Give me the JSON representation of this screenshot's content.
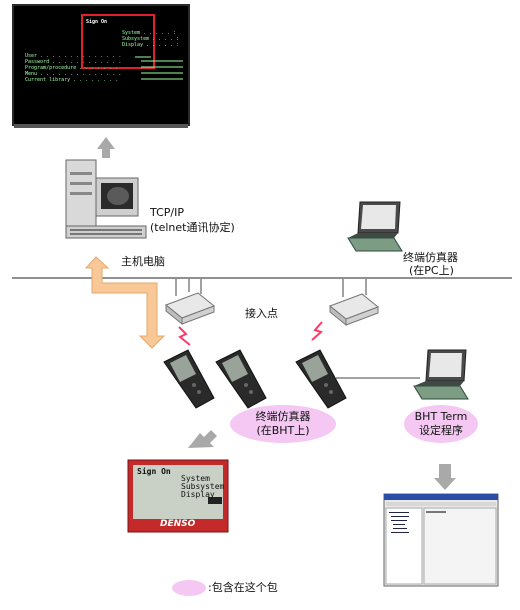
{
  "terminal_screen": {
    "title": "Sign On",
    "menu_items": [
      "System . . . . . :",
      "Subsystem . . . . :",
      "Display . . . . . :"
    ],
    "fields": [
      "User . . . . . . . . . . . . . .",
      "Password . . . . . . . . . . . .",
      "Program/procedure . . . . . . .",
      "Menu . . . . . . . . . . . . . .",
      "Current library . . . . . . . ."
    ]
  },
  "labels": {
    "protocol_line1": "TCP/IP",
    "protocol_line2": "(telnet通讯协定)",
    "host": "主机电脑",
    "pc_emulator_line1": "终端仿真器",
    "pc_emulator_line2": "(在PC上)",
    "access_point": "接入点",
    "bht_emulator_line1": "终端仿真器",
    "bht_emulator_line2": "(在BHT上)",
    "bht_term_line1": "BHT Term",
    "bht_term_line2": "设定程序",
    "legend": ":包含在这个包"
  },
  "device_screen": {
    "title": "Sign On",
    "menu_items": [
      "System",
      "Subsystem",
      "Display"
    ],
    "brand": "DENSO"
  },
  "colors": {
    "terminal_bg": "#000000",
    "terminal_text": "#9dffa0",
    "highlight_box": "#e0202a",
    "pill": "#f5c8f3",
    "connection_arrow": "#f8c896",
    "gray_arrow": "#a9a9a9",
    "wireless_signal": "#ff3a6a"
  }
}
